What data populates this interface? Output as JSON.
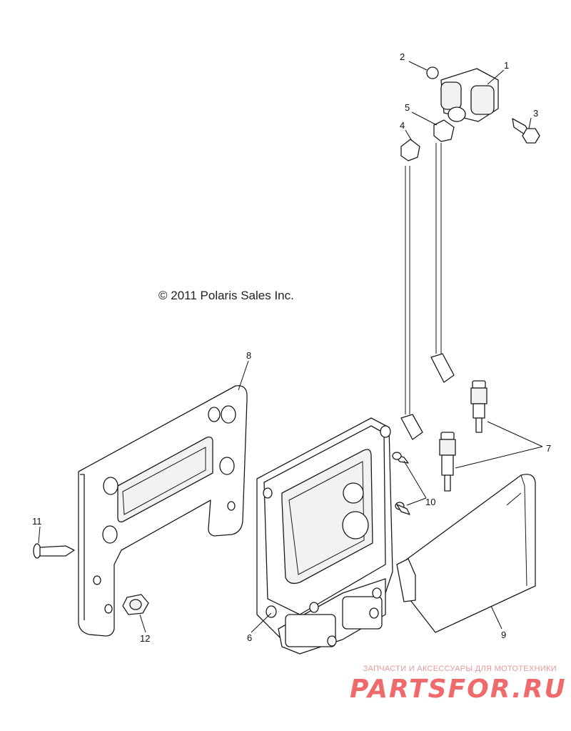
{
  "diagram": {
    "copyright": "© 2011 Polaris Sales Inc.",
    "callouts": [
      "1",
      "2",
      "3",
      "4",
      "5",
      "6",
      "7",
      "8",
      "9",
      "10",
      "11",
      "12"
    ]
  },
  "watermark": {
    "tagline": "ЗАПЧАСТИ И АКСЕССУАРЫ ДЛЯ МОТОТЕХНИКИ",
    "logo": "PARTSFOR.RU"
  }
}
